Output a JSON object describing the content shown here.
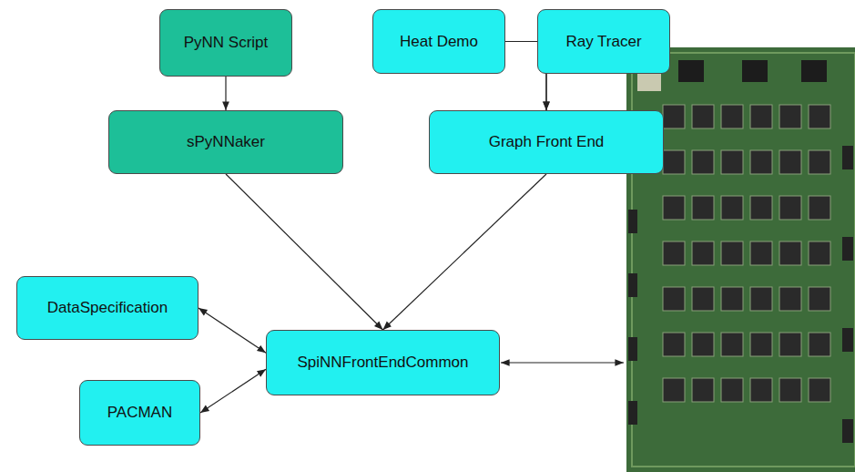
{
  "diagram": {
    "nodes": [
      {
        "text": [
          "PyNN Script"
        ]
      },
      {
        "text": [
          "Heat Demo"
        ]
      },
      {
        "text": [
          "Ray Tracer"
        ]
      },
      {
        "text": [
          "sPyNNaker"
        ]
      },
      {
        "text": [
          "Graph Front End"
        ]
      },
      {
        "text": [
          "DataSpecification"
        ]
      },
      {
        "text": [
          "SpiNNFrontEndCommon"
        ]
      },
      {
        "text": [
          "PACMAN"
        ]
      }
    ],
    "edges": [
      {
        "from": 0,
        "to": 3,
        "arrow": "to"
      },
      {
        "from": 1,
        "to": 4,
        "arrow": "to"
      },
      {
        "from": 2,
        "to": 4,
        "arrow": "to"
      },
      {
        "from": 3,
        "to": 6,
        "arrow": "to"
      },
      {
        "from": 4,
        "to": 6,
        "arrow": "to"
      },
      {
        "from": 6,
        "to": 5,
        "arrow": "both"
      },
      {
        "from": 6,
        "to": 7,
        "arrow": "both"
      }
    ]
  }
}
